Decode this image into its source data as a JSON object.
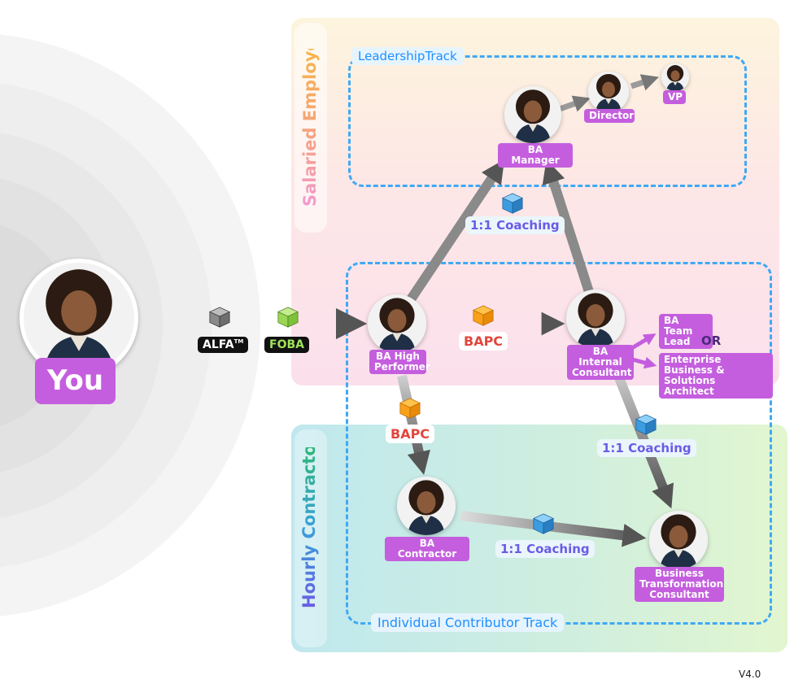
{
  "colors": {
    "salaried_panel": "#fde4ea",
    "hourly_panel": "#cdeee0",
    "role_tag": "#c45ede",
    "track_border": "#3fa9f5",
    "coaching_text": "#6a5be6",
    "bapc_text": "#e2463c",
    "cube_blue": "#3b9de0",
    "cube_orange": "#f7a11a",
    "cube_green": "#8fd14f",
    "cube_gray": "#9a9a9a"
  },
  "panels": {
    "salaried_title": "Salaried Employee",
    "hourly_title": "Hourly Contractor"
  },
  "tracks": {
    "leadership": "LeadershipTrack",
    "individual": "Individual Contributor Track"
  },
  "you": {
    "label": "You"
  },
  "badges": {
    "alfa": "ALFA",
    "alfa_tm": "TM",
    "foba": "FOBA"
  },
  "roles": {
    "high_performer": "BA High Performer",
    "manager": "BA Manager",
    "director": "Director",
    "vp": "VP",
    "internal_consultant": "BA Internal Consultant",
    "team_lead": "BA Team Lead",
    "or_text": "OR",
    "enterprise_architect": "Enterprise Business & Solutions Architect",
    "contractor": "BA Contractor",
    "transformation_consultant": "Business Transformation Consultant"
  },
  "programs": {
    "coaching_top": "1:1 Coaching",
    "coaching_right": "1:1 Coaching",
    "coaching_bottom": "1:1 Coaching",
    "bapc_mid": "BAPC",
    "bapc_down": "BAPC"
  },
  "icons": {
    "cube_coaching": "rubiks-cube-blue-icon",
    "cube_bapc": "rubiks-cube-orange-icon",
    "cube_foba": "rubiks-cube-green-icon",
    "cube_alfa": "rubiks-cube-gray-icon",
    "avatar": "person-portrait-icon"
  },
  "version": "V4.0"
}
